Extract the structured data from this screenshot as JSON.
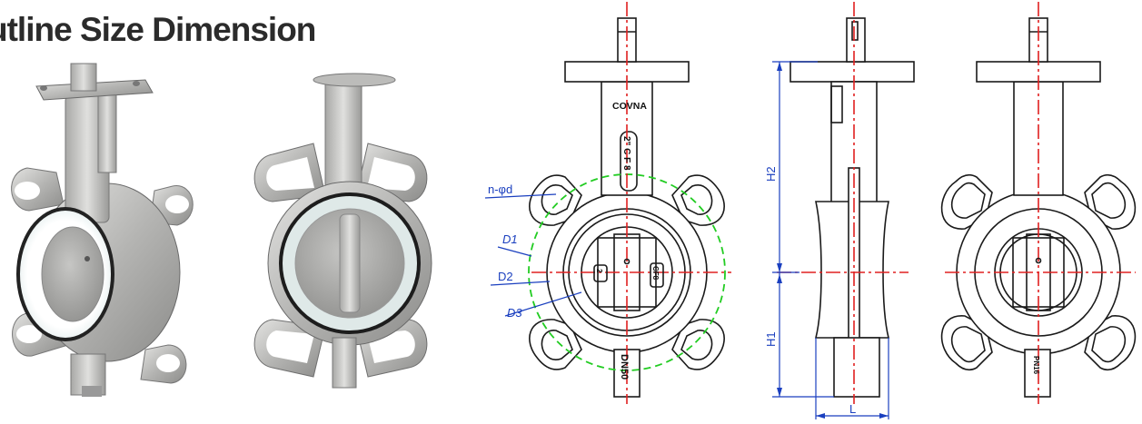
{
  "title": "utline Size Dimension",
  "front_view": {
    "brand": "COVNA",
    "neck_marking": "2\" C F 8",
    "body_marking": "DN50",
    "disc_mark_left": "2",
    "disc_mark_right": "CF8"
  },
  "rear_view": {
    "body_marking": "PN16"
  },
  "dimension_labels": {
    "bolt_holes": "n-φd",
    "d1": "D1",
    "d2": "D2",
    "d3": "D3",
    "h1": "H1",
    "h2": "H2",
    "length": "L"
  },
  "colors": {
    "dimension_line": "#1a3fbf",
    "centerline": "#e02020",
    "bolt_circle": "#22cc22",
    "outline": "#1a1a1a"
  }
}
